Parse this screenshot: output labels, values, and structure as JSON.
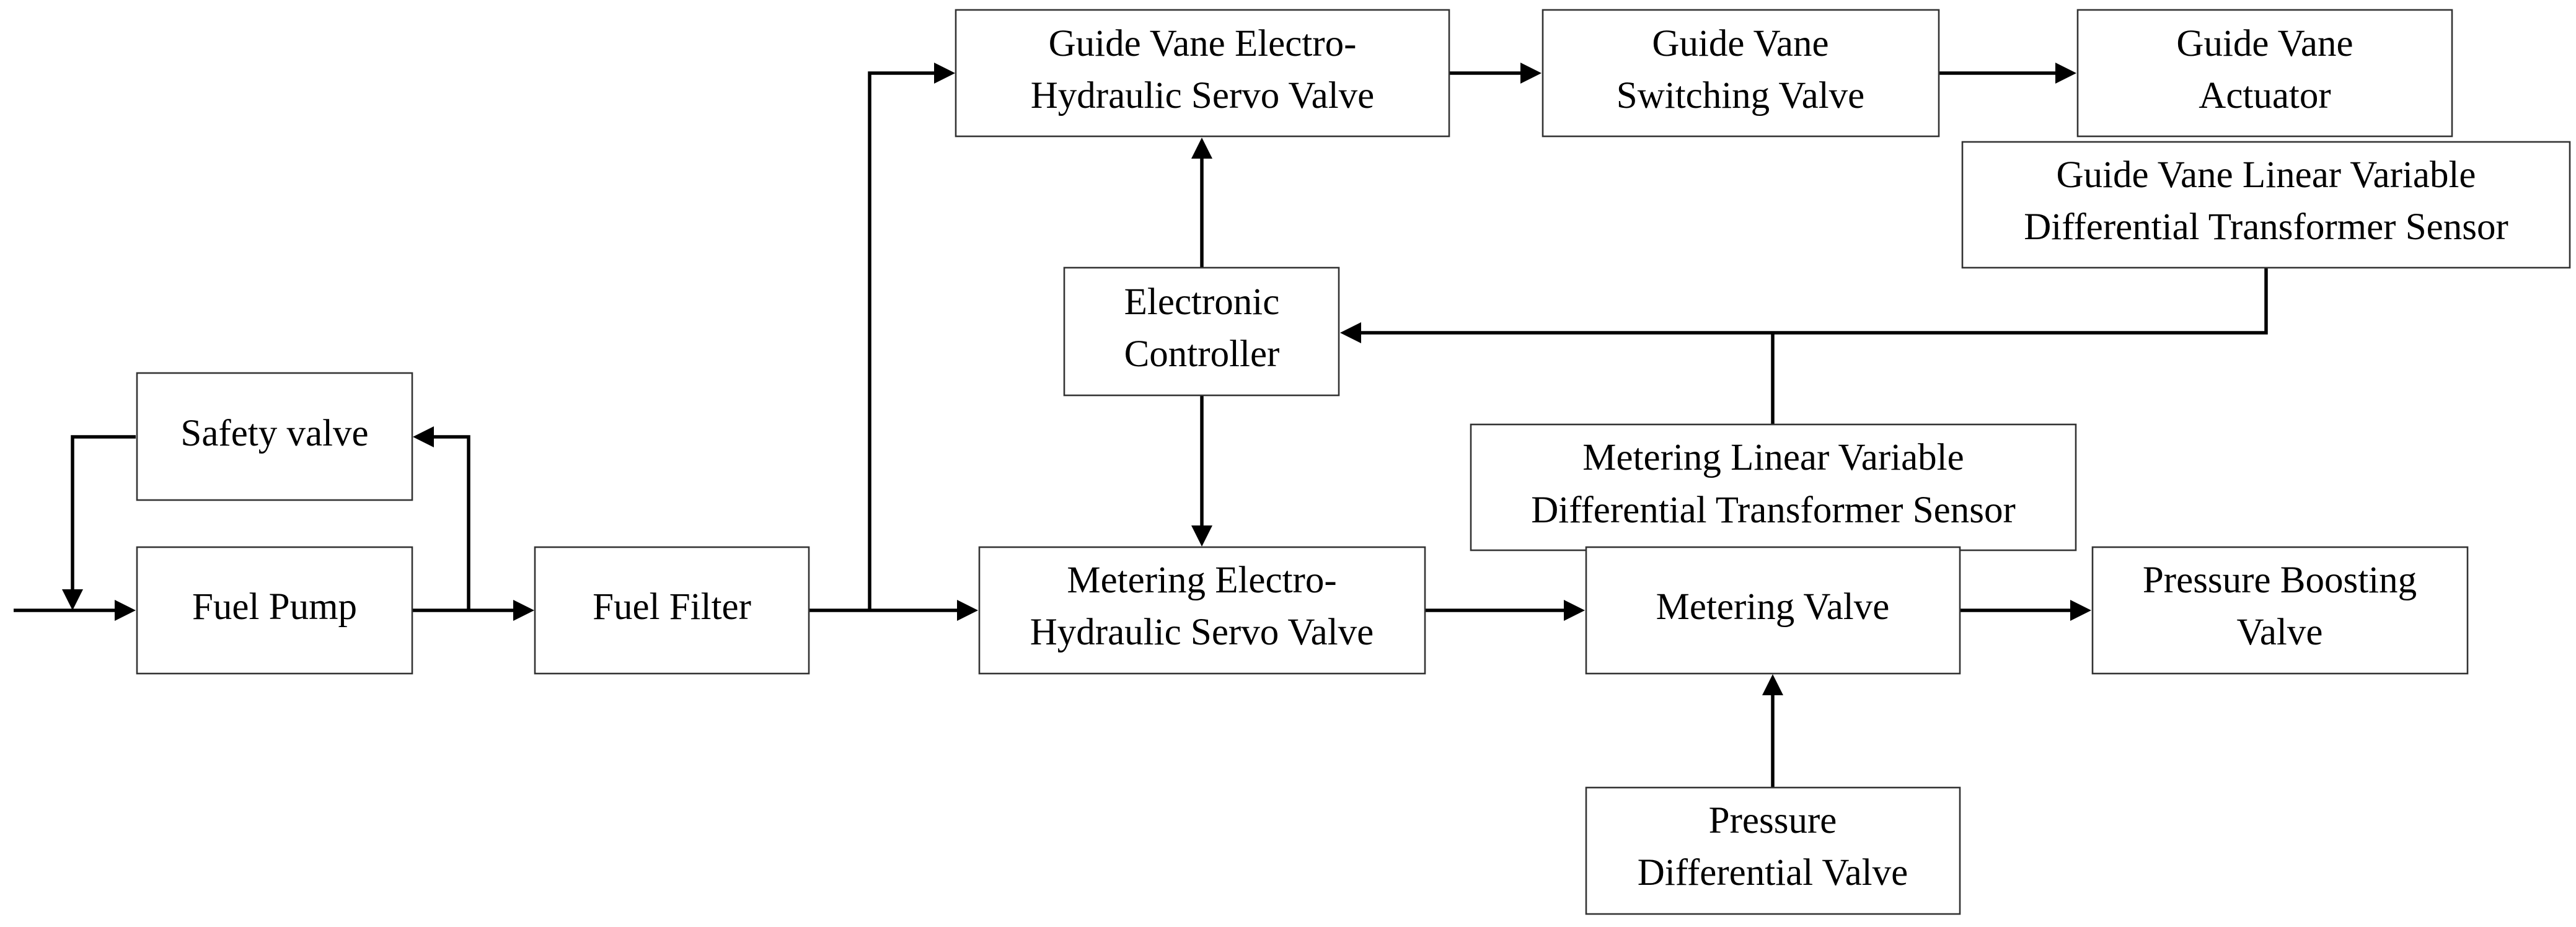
{
  "blocks": {
    "safety_valve": {
      "lines": [
        "Safety valve"
      ]
    },
    "fuel_pump": {
      "lines": [
        "Fuel Pump"
      ]
    },
    "fuel_filter": {
      "lines": [
        "Fuel Filter"
      ]
    },
    "gv_servo": {
      "lines": [
        "Guide Vane Electro-",
        "Hydraulic Servo Valve"
      ]
    },
    "gv_switch": {
      "lines": [
        "Guide Vane",
        "Switching Valve"
      ]
    },
    "gv_actuator": {
      "lines": [
        "Guide Vane",
        "Actuator"
      ]
    },
    "gv_lvdt": {
      "lines": [
        "Guide Vane Linear Variable",
        "Differential Transformer Sensor"
      ]
    },
    "controller": {
      "lines": [
        "Electronic",
        "Controller"
      ]
    },
    "m_lvdt": {
      "lines": [
        "Metering Linear Variable",
        "Differential Transformer Sensor"
      ]
    },
    "m_servo": {
      "lines": [
        "Metering Electro-",
        "Hydraulic Servo Valve"
      ]
    },
    "m_valve": {
      "lines": [
        "Metering Valve"
      ]
    },
    "boost_valve": {
      "lines": [
        "Pressure Boosting",
        "Valve"
      ]
    },
    "diff_valve": {
      "lines": [
        "Pressure",
        "Differential Valve"
      ]
    }
  },
  "connections": [
    {
      "from": "inlet",
      "to": "fuel_pump"
    },
    {
      "from": "fuel_pump",
      "to": "fuel_filter"
    },
    {
      "from": "fuel_pump",
      "to": "safety_valve"
    },
    {
      "from": "safety_valve",
      "to": "fuel_pump"
    },
    {
      "from": "fuel_filter",
      "to": "m_servo"
    },
    {
      "from": "fuel_filter",
      "to": "gv_servo"
    },
    {
      "from": "gv_servo",
      "to": "gv_switch"
    },
    {
      "from": "gv_switch",
      "to": "gv_actuator"
    },
    {
      "from": "controller",
      "to": "gv_servo"
    },
    {
      "from": "controller",
      "to": "m_servo"
    },
    {
      "from": "gv_lvdt",
      "to": "controller"
    },
    {
      "from": "m_lvdt",
      "to": "controller"
    },
    {
      "from": "m_servo",
      "to": "m_valve"
    },
    {
      "from": "m_valve",
      "to": "boost_valve"
    },
    {
      "from": "diff_valve",
      "to": "m_valve"
    }
  ]
}
